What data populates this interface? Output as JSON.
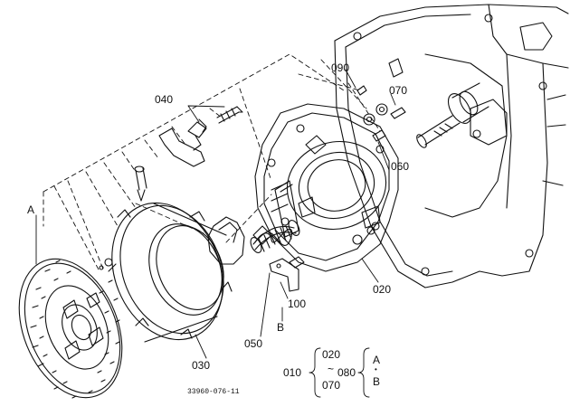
{
  "callouts": {
    "p090": "090",
    "p070": "070",
    "p040": "040",
    "p060": "060",
    "pA": "A",
    "p100": "100",
    "p020": "020",
    "p050": "050",
    "pB": "B",
    "p030": "030"
  },
  "assembly_key": {
    "set_010": "010",
    "range_start": "020",
    "range_sep": "~",
    "range_end": "070",
    "set_080": "080",
    "member_a": "A",
    "member_b": "B"
  },
  "drawing_number": "33960-076-11",
  "colors": {
    "ink": "#111111",
    "paper": "#ffffff"
  }
}
